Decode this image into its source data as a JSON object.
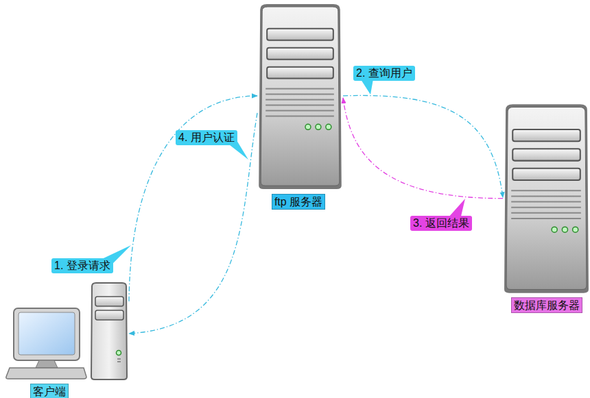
{
  "diagram": {
    "nodes": [
      {
        "text": [
          "ftp 服务器"
        ]
      },
      {
        "text": [
          "数据库服务器"
        ]
      },
      {
        "text": [
          "客户端"
        ]
      }
    ],
    "edges": [
      {
        "from": 2,
        "to": 0,
        "label": "1. 登录请求",
        "arrow": "to"
      },
      {
        "from": 0,
        "to": 1,
        "label": "2. 查询用户",
        "arrow": "to"
      },
      {
        "from": 1,
        "to": 0,
        "label": "3. 返回结果",
        "arrow": "to"
      },
      {
        "from": 0,
        "to": 2,
        "label": "4. 用户认证",
        "arrow": "to"
      }
    ]
  }
}
